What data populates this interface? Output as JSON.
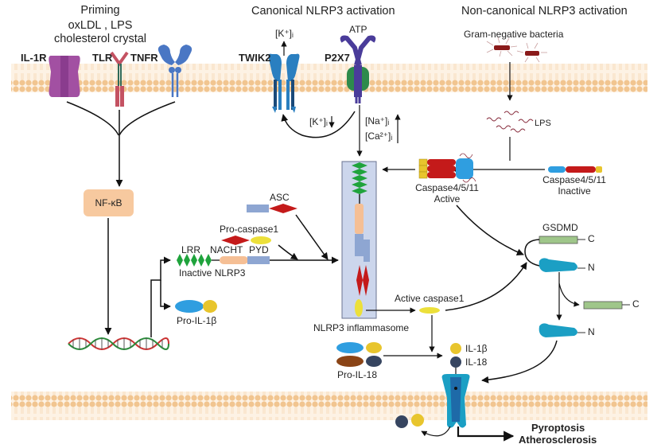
{
  "headers": {
    "priming": "Priming",
    "priming_stimuli_1": "oxLDL , LPS",
    "priming_stimuli_2": "cholesterol crystal",
    "canonical": "Canonical NLRP3 activation",
    "noncanonical": "Non-canonical NLRP3 activation"
  },
  "receptors": {
    "il1r": "IL-1R",
    "tlr": "TLR",
    "tnfr": "TNFR",
    "twik2": "TWIK2",
    "p2x7": "P2X7"
  },
  "ions": {
    "k_out": "[K⁺]ᵢ",
    "k_down": "[K⁺]ᵢ",
    "na": "[Na⁺]ᵢ",
    "ca": "[Ca²⁺]ᵢ",
    "atp": "ATP"
  },
  "noncanonical": {
    "bacteria": "Gram-negative bacteria",
    "lps": "LPS",
    "casp_active_1": "Caspase4/5/11",
    "casp_active_2": "Active",
    "casp_inactive_1": "Caspase4/5/11",
    "casp_inactive_2": "Inactive"
  },
  "signaling": {
    "nfkb": "NF-κB"
  },
  "components": {
    "asc": "ASC",
    "pro_caspase1": "Pro-caspase1",
    "lrr": "LRR",
    "nacht": "NACHT",
    "pyd": "PYD",
    "inactive_nlrp3": "Inactive NLRP3",
    "pro_il1b": "Pro-IL-1β",
    "inflammasome": "NLRP3 inflammasome",
    "active_caspase1": "Active caspase1",
    "pro_il18": "Pro-IL-18",
    "il1b": "IL-1β",
    "il18": "IL-18"
  },
  "gsdmd": {
    "label": "GSDMD",
    "c1": "C",
    "n1": "N",
    "c2": "C",
    "n2": "N"
  },
  "outcomes": {
    "pyroptosis": "Pyroptosis",
    "atherosclerosis": "Atherosclerosis"
  },
  "colors": {
    "membrane_head": "#f1c590",
    "membrane_tail": "#fbe8d2",
    "nfkb_box": "#f7c99f",
    "inflammasome_box": "#ccd6ec",
    "lrr_green": "#1fa33c",
    "nacht_peach": "#f5bf95",
    "pyd_blue": "#8ea6d2",
    "card_red": "#c41a1a",
    "caspase_yellow": "#ece03a",
    "il1b_blue": "#2f9ee0",
    "il1b_gold": "#e8c52d",
    "il18_brown": "#8a4416",
    "il18_navy": "#364560",
    "gsdmd_c_green": "#9fc68a",
    "gsdmd_n_teal": "#1b9fc4",
    "il1r_purple": "#a250a2",
    "tlr_red": "#c45262",
    "tnfr_blue": "#4a77c4",
    "twik2_blue": "#2a7fc0",
    "p2x7_purple": "#4a3c9a",
    "p2x7_green": "#2d8a4c",
    "pore_blue": "#1e7fc4"
  }
}
